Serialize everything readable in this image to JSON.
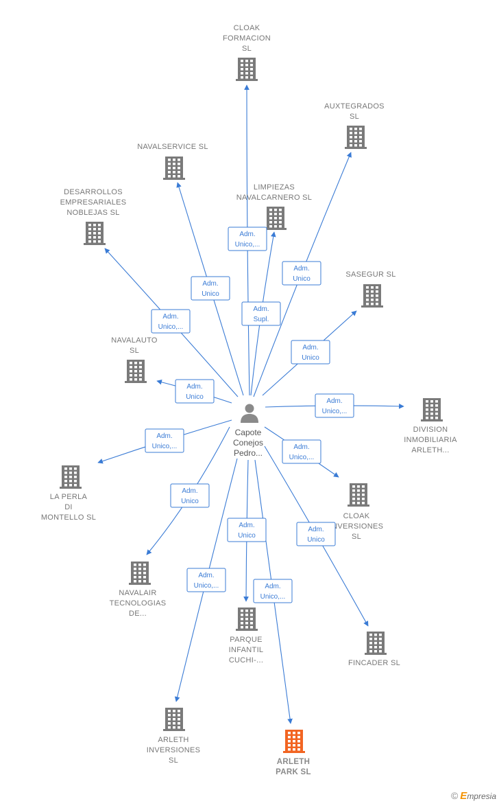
{
  "person": {
    "name_lines": [
      "Capote",
      "Conejos",
      "Pedro..."
    ]
  },
  "companies": [
    {
      "id": "cloak_formacion",
      "lines": [
        "CLOAK",
        "FORMACION",
        "SL"
      ],
      "highlight": false
    },
    {
      "id": "auxtegrados",
      "lines": [
        "AUXTEGRADOS",
        "SL"
      ],
      "highlight": false
    },
    {
      "id": "navalservice",
      "lines": [
        "NAVALSERVICE SL"
      ],
      "highlight": false
    },
    {
      "id": "limpiezas",
      "lines": [
        "LIMPIEZAS",
        "NAVALCARNERO SL"
      ],
      "highlight": false
    },
    {
      "id": "desarrollos",
      "lines": [
        "DESARROLLOS",
        "EMPRESARIALES",
        "NOBLEJAS SL"
      ],
      "highlight": false
    },
    {
      "id": "sasegur",
      "lines": [
        "SASEGUR SL"
      ],
      "highlight": false
    },
    {
      "id": "navalauto",
      "lines": [
        "NAVALAUTO",
        "SL"
      ],
      "highlight": false
    },
    {
      "id": "division",
      "lines": [
        "DIVISION",
        "INMOBILIARIA",
        "ARLETH..."
      ],
      "highlight": false
    },
    {
      "id": "la_perla",
      "lines": [
        "LA PERLA",
        "DI",
        "MONTELLO  SL"
      ],
      "highlight": false
    },
    {
      "id": "cloak_inversiones",
      "lines": [
        "CLOAK",
        "INVERSIONES",
        "SL"
      ],
      "highlight": false
    },
    {
      "id": "navalair",
      "lines": [
        "NAVALAIR",
        "TECNOLOGIAS",
        "DE..."
      ],
      "highlight": false
    },
    {
      "id": "parque",
      "lines": [
        "PARQUE",
        "INFANTIL",
        "CUCHI-..."
      ],
      "highlight": false
    },
    {
      "id": "fincader",
      "lines": [
        "FINCADER  SL"
      ],
      "highlight": false
    },
    {
      "id": "arleth_inversiones",
      "lines": [
        "ARLETH",
        "INVERSIONES",
        "SL"
      ],
      "highlight": false
    },
    {
      "id": "arleth_park",
      "lines": [
        "ARLETH",
        "PARK  SL"
      ],
      "highlight": true
    }
  ],
  "relations": [
    {
      "to": "cloak_formacion",
      "lines": [
        "Adm.",
        "Unico,..."
      ]
    },
    {
      "to": "auxtegrados",
      "lines": [
        "Adm.",
        "Unico"
      ]
    },
    {
      "to": "navalservice",
      "lines": [
        "Adm.",
        "Unico"
      ]
    },
    {
      "to": "limpiezas",
      "lines": [
        "Adm.",
        "Supl."
      ]
    },
    {
      "to": "desarrollos",
      "lines": [
        "Adm.",
        "Unico,..."
      ]
    },
    {
      "to": "sasegur",
      "lines": [
        "Adm.",
        "Unico"
      ]
    },
    {
      "to": "navalauto",
      "lines": [
        "Adm.",
        "Unico"
      ]
    },
    {
      "to": "division",
      "lines": [
        "Adm.",
        "Unico,..."
      ]
    },
    {
      "to": "la_perla",
      "lines": [
        "Adm.",
        "Unico,..."
      ]
    },
    {
      "to": "cloak_inversiones",
      "lines": [
        "Adm.",
        "Unico,..."
      ]
    },
    {
      "to": "navalair",
      "lines": [
        "Adm.",
        "Unico"
      ]
    },
    {
      "to": "parque",
      "lines": [
        "Adm.",
        "Unico"
      ]
    },
    {
      "to": "fincader",
      "lines": [
        "Adm.",
        "Unico"
      ]
    },
    {
      "to": "arleth_inversiones",
      "lines": [
        "Adm.",
        "Unico,..."
      ]
    },
    {
      "to": "arleth_park",
      "lines": [
        "Adm.",
        "Unico,..."
      ]
    }
  ],
  "colors": {
    "edge": "#3a7bd5",
    "building": "#7a7a7a",
    "building_highlight": "#f26522",
    "person": "#8a8a8a"
  },
  "footer": {
    "copyright_symbol": "©",
    "brand_initial": "E",
    "brand_rest": "mpresia"
  }
}
